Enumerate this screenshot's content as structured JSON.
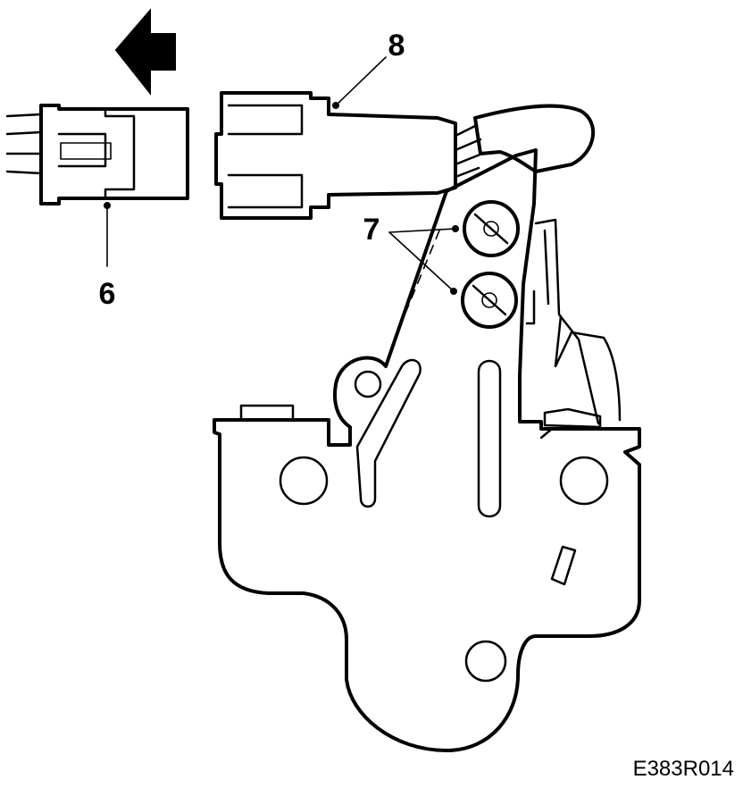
{
  "diagram": {
    "labels": {
      "connector_harness": "6",
      "fixing_screws": "7",
      "connector_lock": "8"
    },
    "figure_code": "E383R014",
    "direction_arrow": "left-arrow"
  }
}
